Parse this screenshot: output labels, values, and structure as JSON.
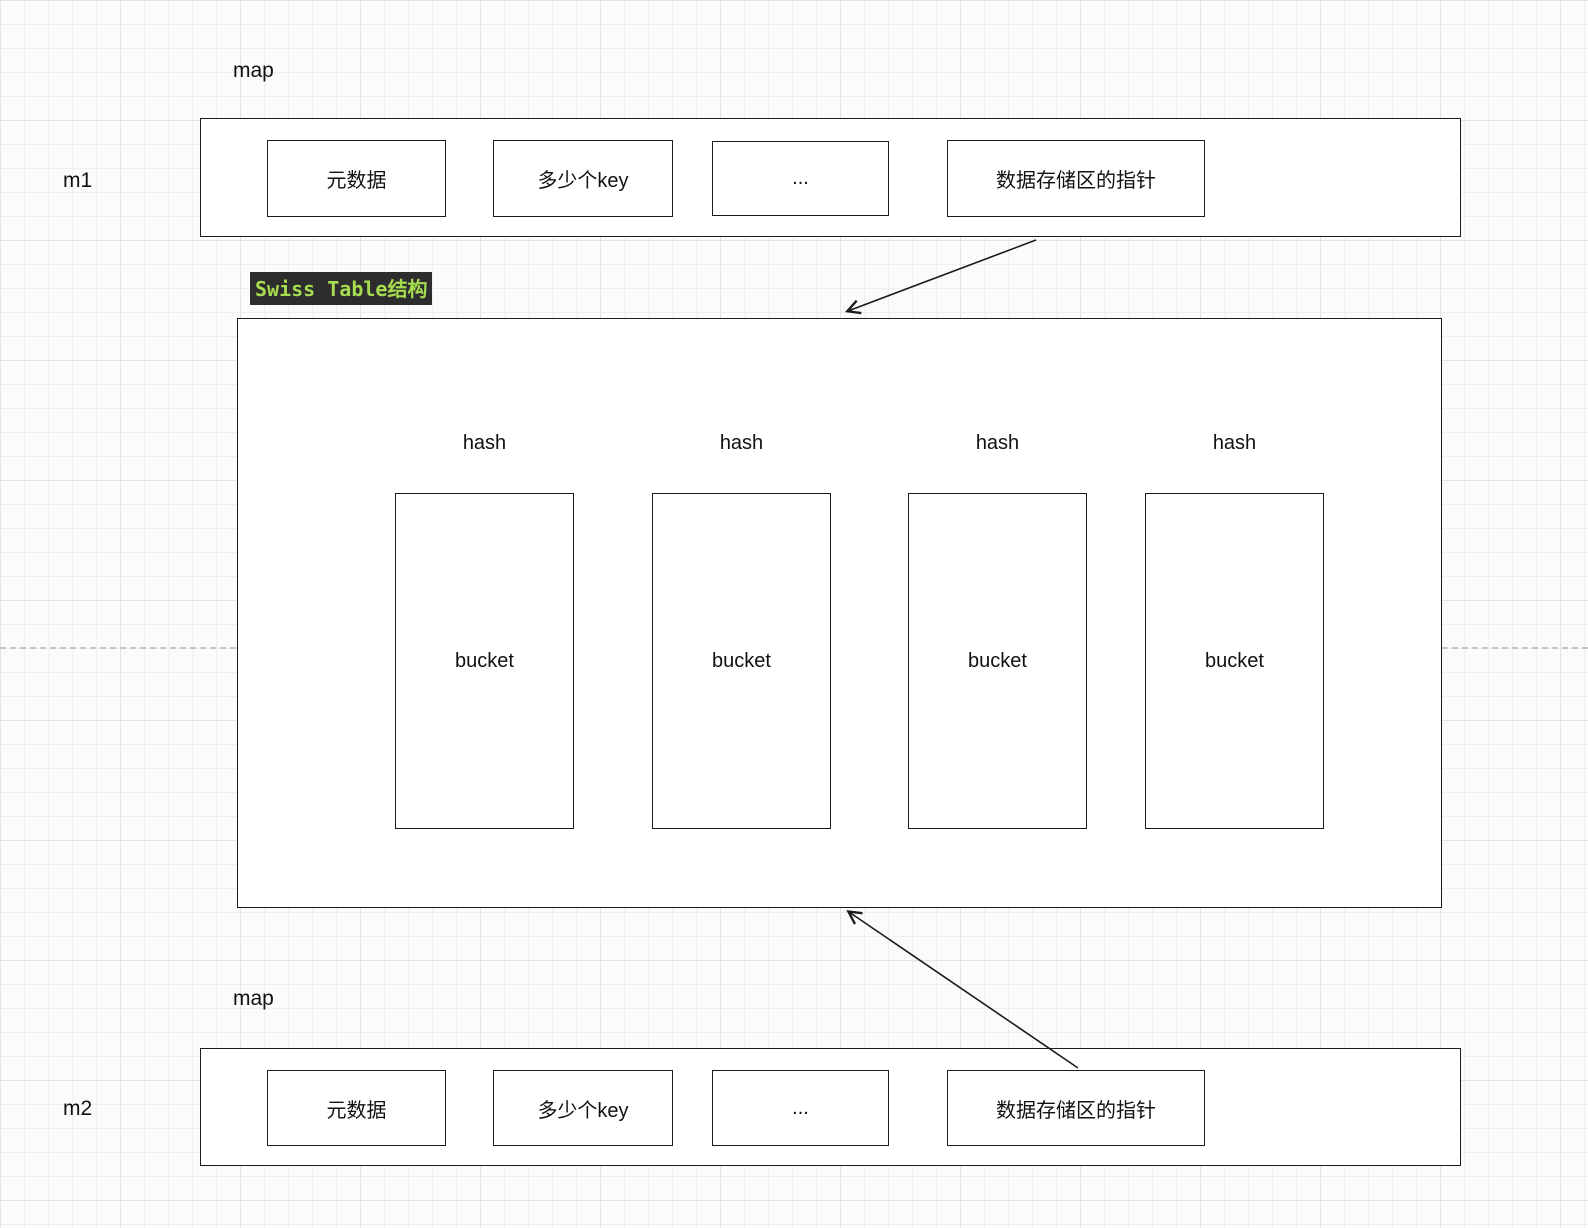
{
  "colors": {
    "canvas_bg": "#fbfbfb",
    "grid_minor": "#efefef",
    "grid_major": "#e3e3e3",
    "shape_stroke": "#1b1b1b",
    "shape_fill": "#ffffff",
    "title_bg": "#2d2d2d",
    "title_text": "#a6dc4f",
    "guide_line": "#c3c3c3",
    "arrow": "#1b1b1b"
  },
  "m1": {
    "map_label": "map",
    "name_label": "m1",
    "cells": [
      "元数据",
      "多少个key",
      "...",
      "数据存储区的指针"
    ]
  },
  "swiss_table": {
    "title": "Swiss Table结构",
    "hash_labels": [
      "hash",
      "hash",
      "hash",
      "hash"
    ],
    "bucket_labels": [
      "bucket",
      "bucket",
      "bucket",
      "bucket"
    ]
  },
  "m2": {
    "map_label": "map",
    "name_label": "m2",
    "cells": [
      "元数据",
      "多少个key",
      "...",
      "数据存储区的指针"
    ]
  }
}
